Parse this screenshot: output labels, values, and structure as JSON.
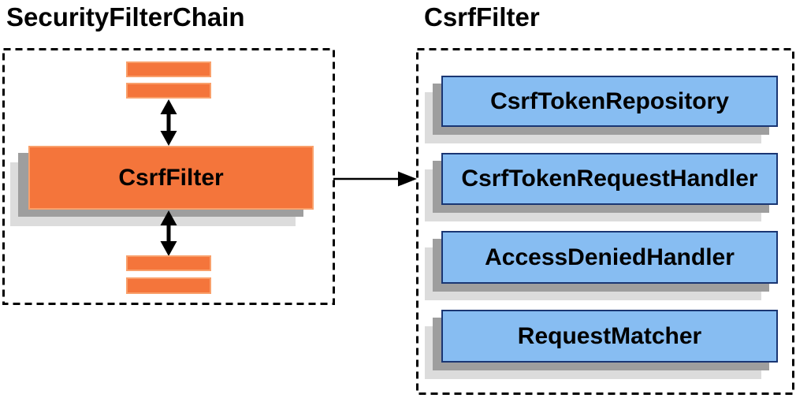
{
  "diagram": {
    "left_panel": {
      "title": "SecurityFilterChain",
      "filter_node_label": "CsrfFilter"
    },
    "right_panel": {
      "title": "CsrfFilter",
      "components": [
        "CsrfTokenRepository",
        "CsrfTokenRequestHandler",
        "AccessDeniedHandler",
        "RequestMatcher"
      ]
    },
    "colors": {
      "orange_fill": "#F4753B",
      "orange_border": "#F9A06B",
      "blue_fill": "#87BDF2",
      "blue_border": "#1A3673",
      "shadow_mid": "#9E9E9E",
      "shadow_light": "#DCDCDC",
      "border_color": "#000000",
      "arrow_color": "#000000",
      "text_color": "#000000"
    }
  }
}
